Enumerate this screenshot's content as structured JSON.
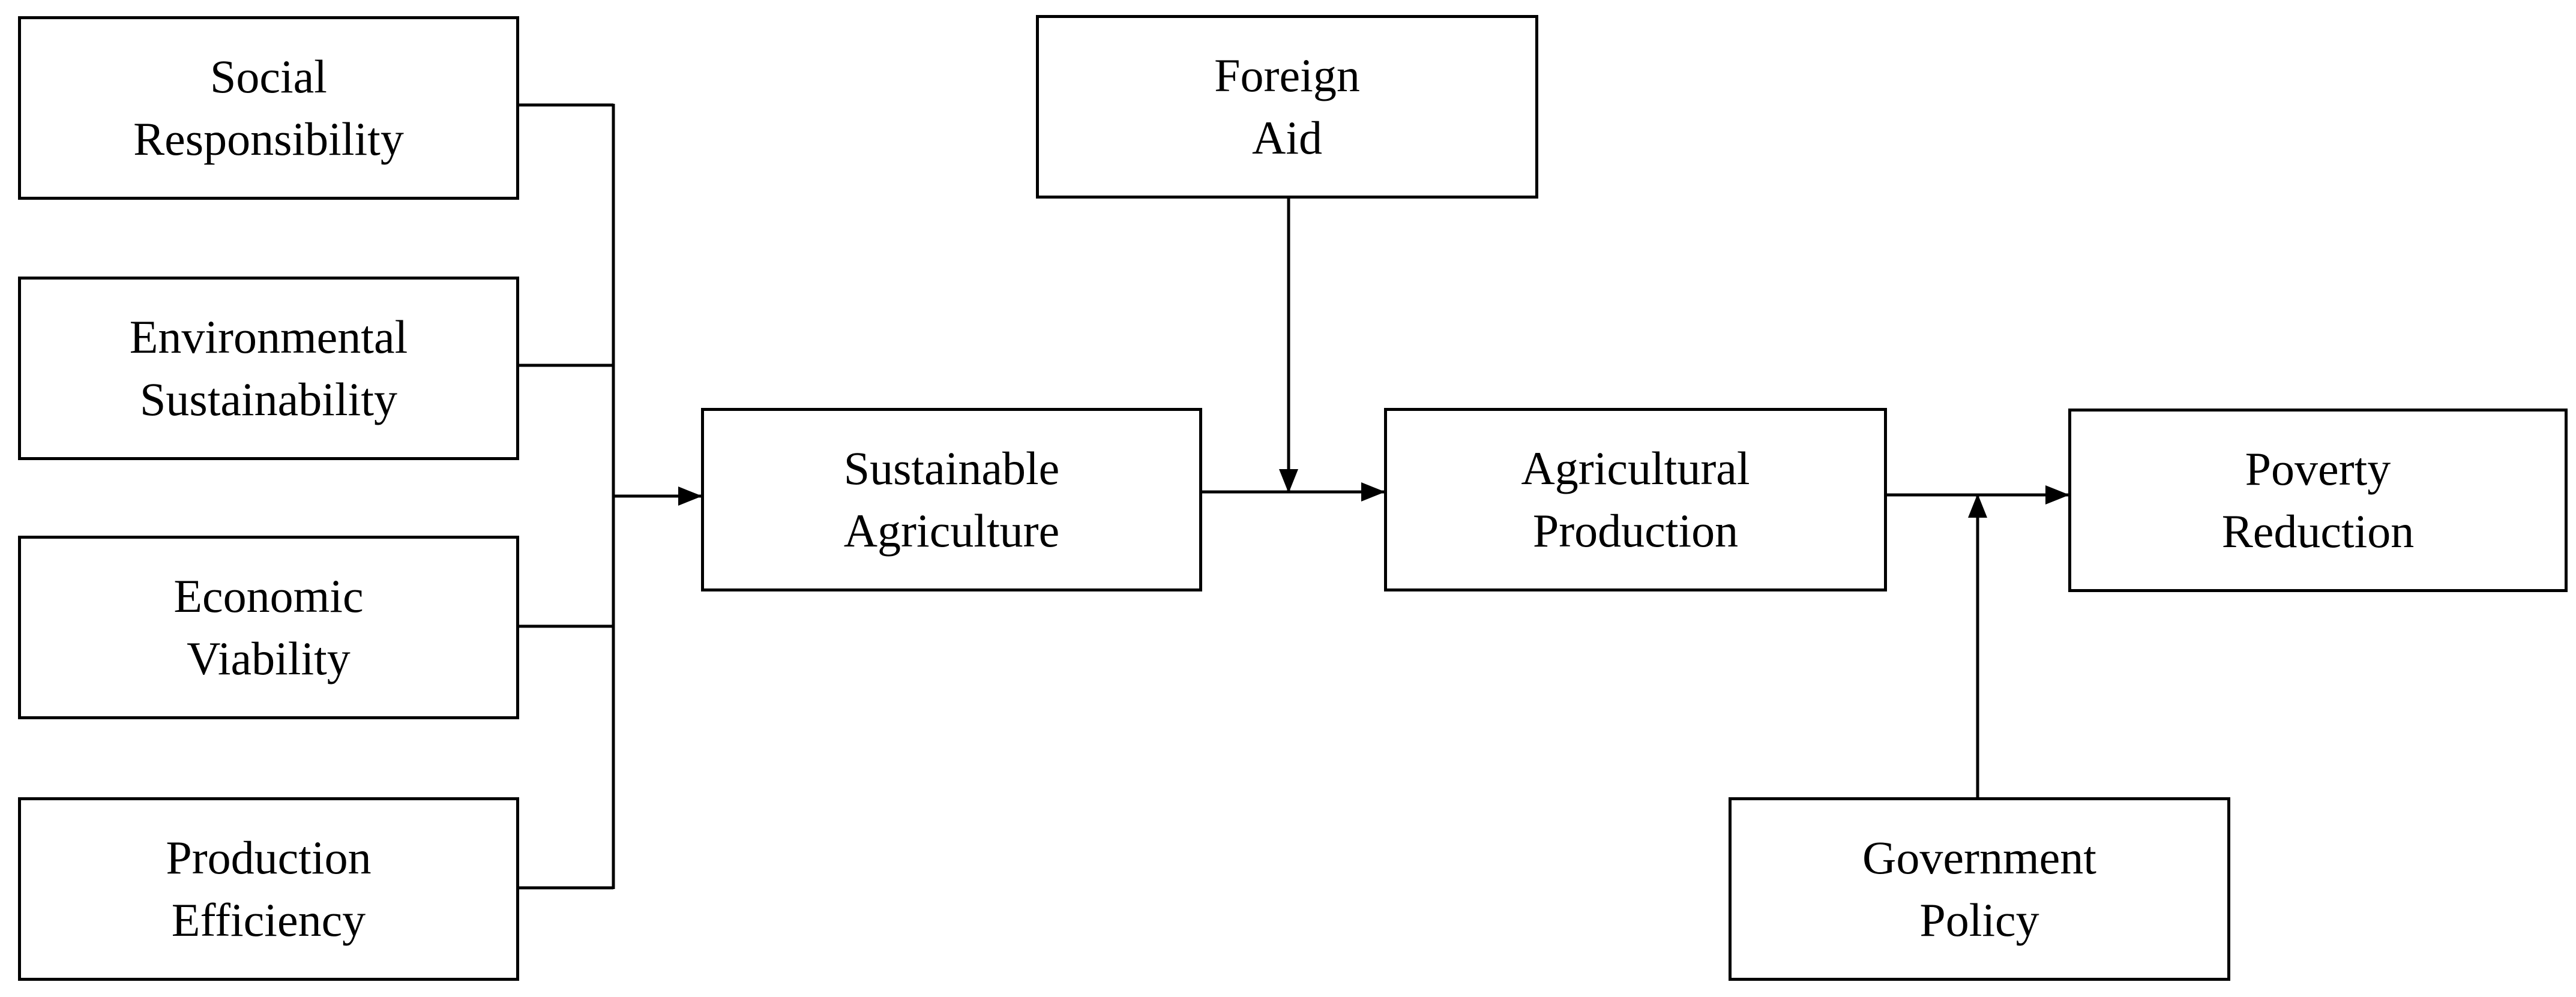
{
  "nodes": {
    "social_responsibility": "Social\nResponsibility",
    "environmental_sustainability": "Environmental\nSustainability",
    "economic_viability": "Economic\nViability",
    "production_efficiency": "Production\nEfficiency",
    "sustainable_agriculture": "Sustainable\nAgriculture",
    "foreign_aid": "Foreign\nAid",
    "agricultural_production": "Agricultural\nProduction",
    "poverty_reduction": "Poverty\nReduction",
    "government_policy": "Government\nPolicy"
  },
  "edges": [
    {
      "from": "social_responsibility",
      "to": "sustainable_agriculture"
    },
    {
      "from": "environmental_sustainability",
      "to": "sustainable_agriculture"
    },
    {
      "from": "economic_viability",
      "to": "sustainable_agriculture"
    },
    {
      "from": "production_efficiency",
      "to": "sustainable_agriculture"
    },
    {
      "from": "sustainable_agriculture",
      "to": "agricultural_production"
    },
    {
      "from": "foreign_aid",
      "to": "sustainable_agriculture-agricultural_production link"
    },
    {
      "from": "agricultural_production",
      "to": "poverty_reduction"
    },
    {
      "from": "government_policy",
      "to": "agricultural_production-poverty_reduction link"
    }
  ],
  "colors": {
    "stroke": "#000000",
    "background": "#ffffff"
  }
}
